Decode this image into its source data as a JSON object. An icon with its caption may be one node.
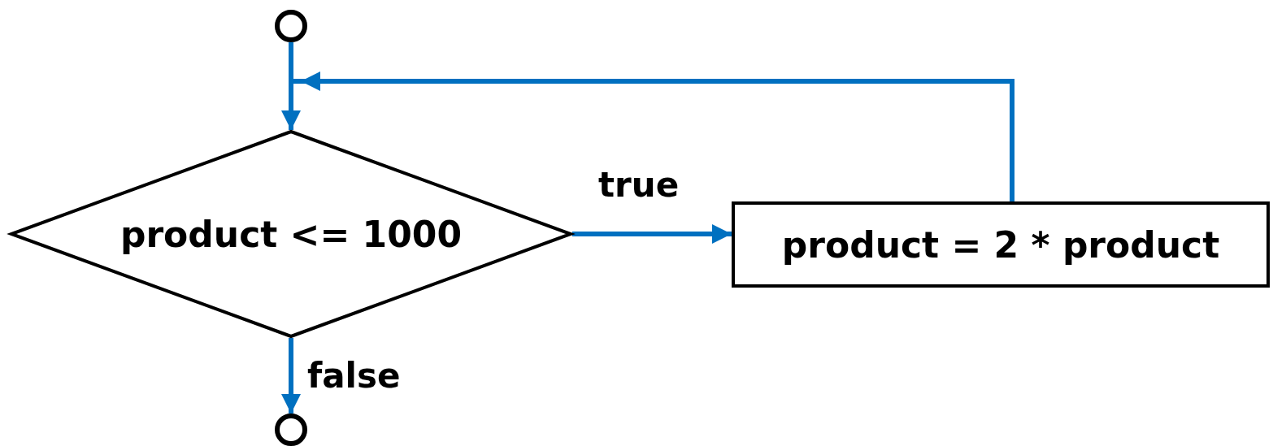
{
  "diagram": {
    "nodes": [
      {
        "text": [],
        "shape": "circle"
      },
      {
        "text": [
          "product <= 1000"
        ]
      },
      {
        "text": [
          "product = 2 * product"
        ]
      },
      {
        "text": [],
        "shape": "circle"
      }
    ],
    "edges": [
      {
        "from": 0,
        "to": 1,
        "arrow": "to"
      },
      {
        "from": 1,
        "to": 2,
        "arrow": "to",
        "label": "true"
      },
      {
        "from": 2,
        "to": 1,
        "arrow": "to"
      },
      {
        "from": 1,
        "to": 3,
        "arrow": "to",
        "label": "false"
      }
    ]
  }
}
